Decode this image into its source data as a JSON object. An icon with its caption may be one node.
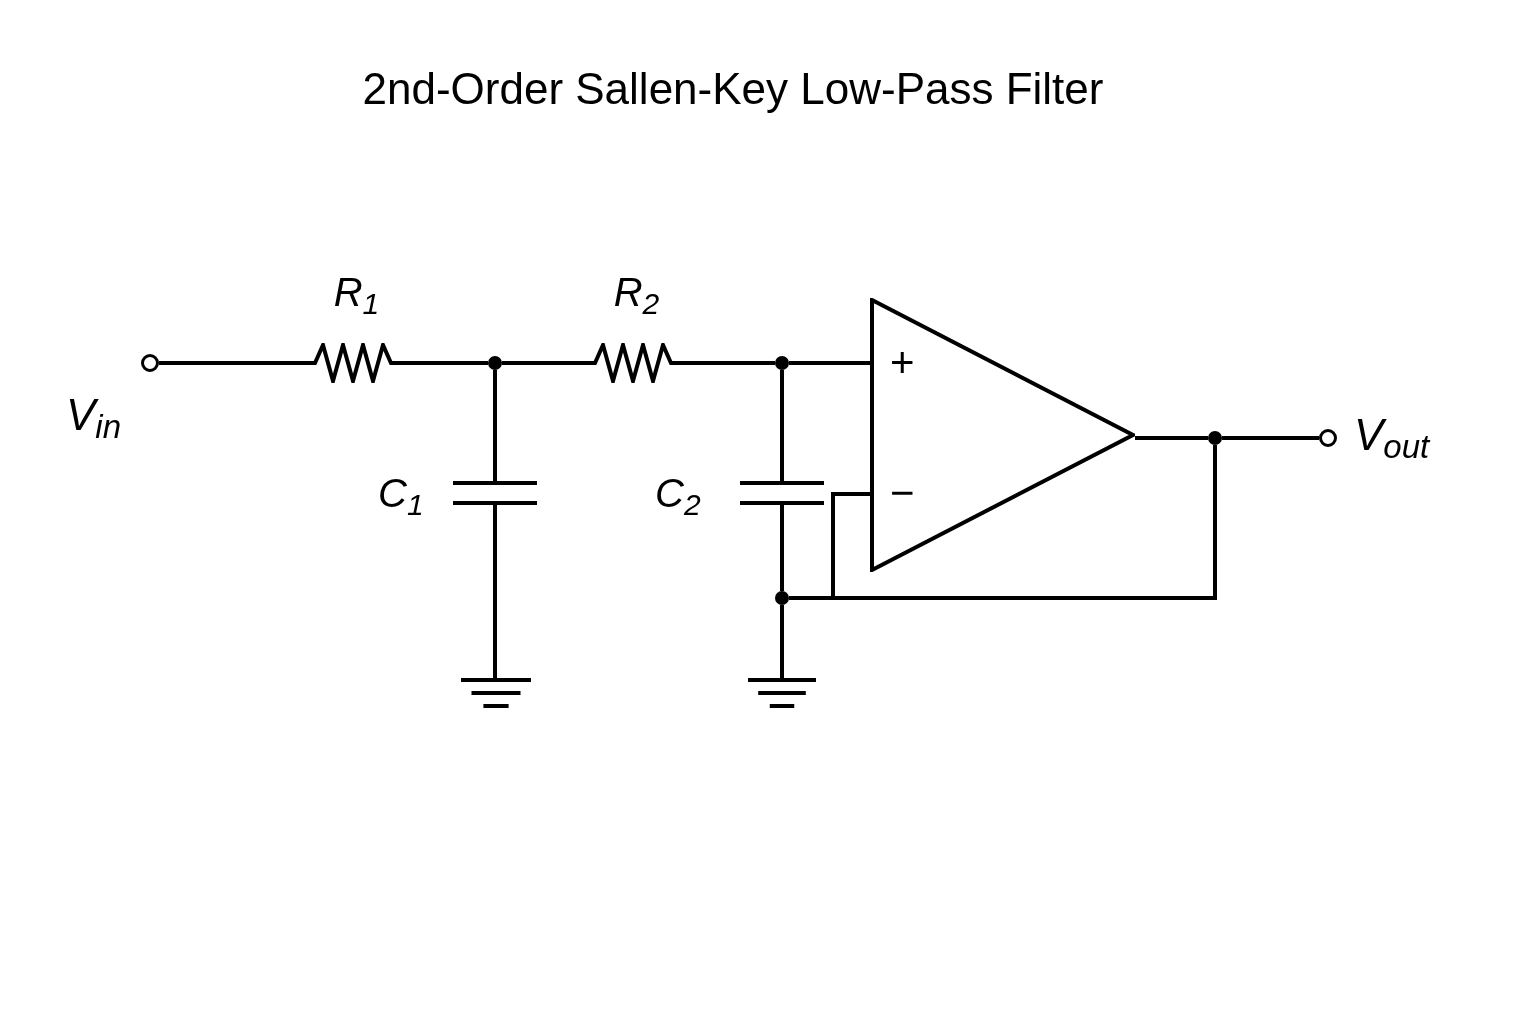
{
  "diagram": {
    "title": "2nd-Order Sallen-Key Low-Pass Filter",
    "nodes": [
      {
        "text": [],
        "shape": "circle",
        "beside": [
          "V$_{in}$"
        ]
      },
      {
        "text": [
          "R$_{1}$"
        ]
      },
      {
        "text": [],
        "shape": "dot"
      },
      {
        "text": [
          "R$_{2}$"
        ]
      },
      {
        "text": [],
        "shape": "dot"
      },
      {
        "text": [
          "+",
          "−"
        ]
      },
      {
        "text": [],
        "shape": "dot"
      },
      {
        "text": [],
        "shape": "circle",
        "beside": [
          "V$_{out}$"
        ]
      },
      {
        "text": [
          "C$_{1}$"
        ]
      },
      {
        "text": [],
        "shape": "ground"
      },
      {
        "text": [
          "C$_{2}$"
        ]
      },
      {
        "text": [],
        "shape": "dot"
      },
      {
        "text": [],
        "shape": "ground"
      }
    ],
    "edges": [
      {
        "from": 0,
        "to": 1,
        "arrow": "none"
      },
      {
        "from": 1,
        "to": 2,
        "arrow": "none"
      },
      {
        "from": 2,
        "to": 3,
        "arrow": "none"
      },
      {
        "from": 3,
        "to": 4,
        "arrow": "none"
      },
      {
        "from": 4,
        "to": 5,
        "arrow": "none"
      },
      {
        "from": 5,
        "to": 6,
        "arrow": "none"
      },
      {
        "from": 6,
        "to": 7,
        "arrow": "none"
      },
      {
        "from": 2,
        "to": 8,
        "arrow": "none"
      },
      {
        "from": 8,
        "to": 9,
        "arrow": "none"
      },
      {
        "from": 4,
        "to": 10,
        "arrow": "none"
      },
      {
        "from": 10,
        "to": 11,
        "arrow": "none"
      },
      {
        "from": 11,
        "to": 12,
        "arrow": "none"
      },
      {
        "from": 5,
        "to": 11,
        "arrow": "none"
      },
      {
        "from": 11,
        "to": 6,
        "arrow": "none"
      }
    ]
  }
}
